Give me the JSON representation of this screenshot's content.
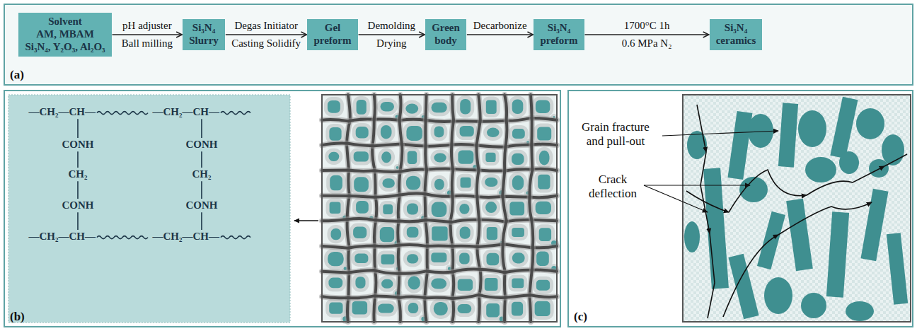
{
  "diagram": {
    "nodes": [
      {
        "text": [
          "(a)"
        ]
      },
      {
        "text": [
          "Solvent",
          "AM, MBAM",
          "Si₃N₄, Y₂O₃, Al₂O₃"
        ],
        "in": 0
      },
      {
        "text": [
          "Si₃N₄ Slurry"
        ],
        "in": 0
      },
      {
        "text": [
          "Gel preform"
        ],
        "in": 0
      },
      {
        "text": [
          "Green body"
        ],
        "in": 0
      },
      {
        "text": [
          "Si₃N₄ preform"
        ],
        "in": 0
      },
      {
        "text": [
          "Si₃N₄ ceramics"
        ],
        "in": 0
      },
      {
        "text": [
          "(b)"
        ]
      },
      {
        "text": [
          "(c)"
        ]
      }
    ],
    "edges": [
      {
        "from": 1,
        "to": 2,
        "arrow": "to",
        "label": "pH adjuster"
      },
      {
        "from": 2,
        "to": 3,
        "arrow": "to",
        "label": "Degas Initiator"
      },
      {
        "from": 3,
        "to": 4,
        "arrow": "to",
        "label": "Demolding"
      },
      {
        "from": 4,
        "to": 5,
        "arrow": "to",
        "label": "Decarbonize"
      },
      {
        "from": 5,
        "to": 6,
        "arrow": "to",
        "label": "1700°C 1h"
      }
    ],
    "labels": [
      "Ball milling",
      "Casting Solidify",
      "Drying",
      "0.6 MPa N₂",
      "—CH₂—CH—",
      "—CH₂—CH—",
      "CONH",
      "CONH",
      "CH₂",
      "CH₂",
      "CONH",
      "CONH",
      "—CH₂—CH—",
      "—CH₂—CH—",
      "Grain fracture and pull-out",
      "Crack deflection"
    ]
  }
}
